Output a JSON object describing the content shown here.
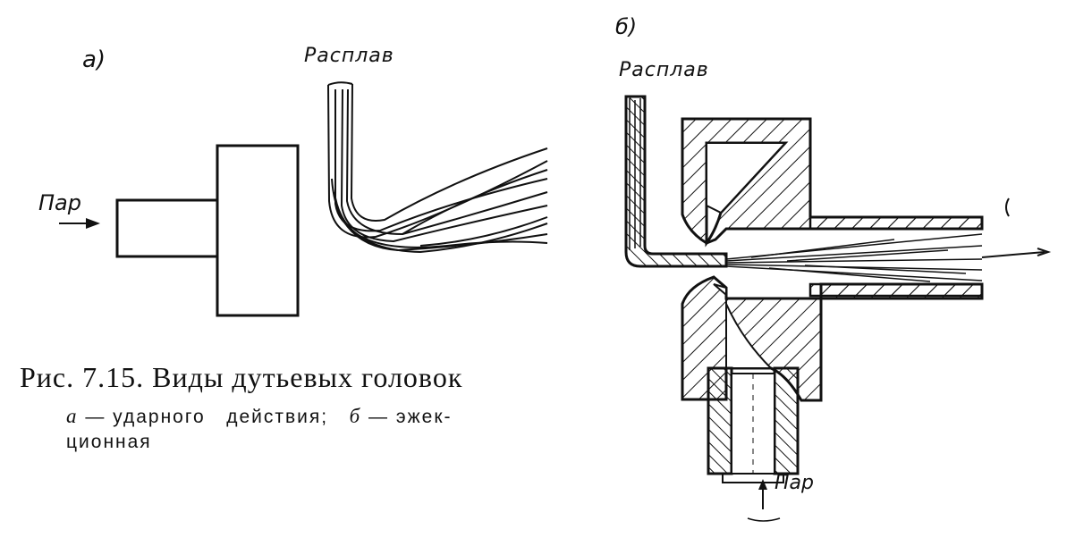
{
  "panel_a": {
    "label": "а)",
    "melt_label": "Расплав",
    "steam_label": "Пар"
  },
  "panel_b": {
    "label": "б)",
    "melt_label": "Расплав",
    "steam_label": "Пар"
  },
  "caption": {
    "title": "Рис. 7.15. Виды дутьевых головок",
    "line1_letter_a": "а",
    "line1_text_a": " — ударного   действия;   ",
    "line1_letter_b": "б",
    "line1_text_b": " — эжек-",
    "line2": "ционная"
  },
  "colors": {
    "ink": "#111111",
    "paper": "#ffffff"
  }
}
